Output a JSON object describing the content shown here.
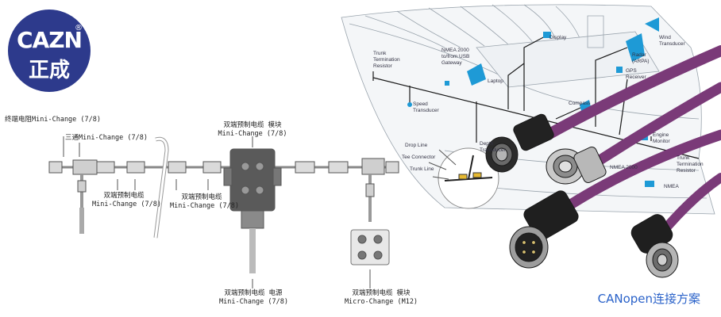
{
  "logo": {
    "brand_en": "CAZN",
    "brand_cn": "正成",
    "reg_mark": "®"
  },
  "diagram": {
    "labels": {
      "terminator": "终端电阻Mini-Change (7/8)",
      "tee": "三通Mini-Change (7/8)",
      "cable1_line1": "双端预制电缆",
      "cable1_line2": "Mini-Change (7/8)",
      "cable2_line1": "双端预制电缆",
      "cable2_line2": "Mini-Change (7/8)",
      "module_top_line1": "双端预制电缆 模块",
      "module_top_line2": "Mini-Change (7/8)",
      "power_line1": "双端预制电缆 电源",
      "power_line2": "Mini-Change (7/8)",
      "micro_line1": "双端预制电缆 模块",
      "micro_line2": "Micro-Change (M12)"
    }
  },
  "boat": {
    "labels": {
      "display": "Display",
      "wind": "Wind\nTransducer",
      "radar": "Radar\n(ARPA)",
      "gps": "GPS\nReceiver",
      "trunk_top": "Trunk\nTermination\nResistor",
      "gateway": "NMEA 2000\nto/from USB\nGateway",
      "laptop": "Laptop",
      "speed": "Speed\nTransducer",
      "compass": "Compass",
      "drop": "Drop Line",
      "tee": "Tee Connector",
      "trunk_line": "Trunk Line",
      "depth": "Depth\nTransducer",
      "engine": "Engine\nMonitor",
      "nmea_bottom": "NMEA 2000",
      "trunk_bottom": "Trunk\nTermination\nResistor",
      "nmea_right": "NMEA"
    }
  },
  "caption": "CANopen连接方案",
  "colors": {
    "logo_bg": "#2d3a8c",
    "cable": "#7a3a78",
    "caption": "#2a62c9",
    "boat_accent": "#1e9ad6"
  }
}
